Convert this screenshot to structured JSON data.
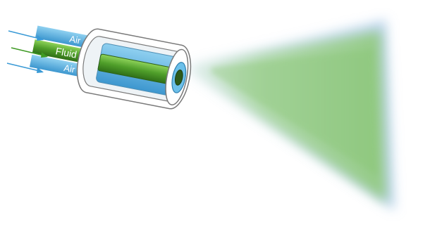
{
  "labels": {
    "air_top": "Air",
    "fluid": "Fluid",
    "air_bottom": "Air"
  },
  "colors": {
    "air": "#4aa7d8",
    "fluid": "#5bb234",
    "nozzle_body": "#ffffff",
    "nozzle_outline": "#7a7a7a",
    "spray": "#8fc97a"
  },
  "icons": {
    "inlet_arrows": "arrow-right-icon"
  }
}
